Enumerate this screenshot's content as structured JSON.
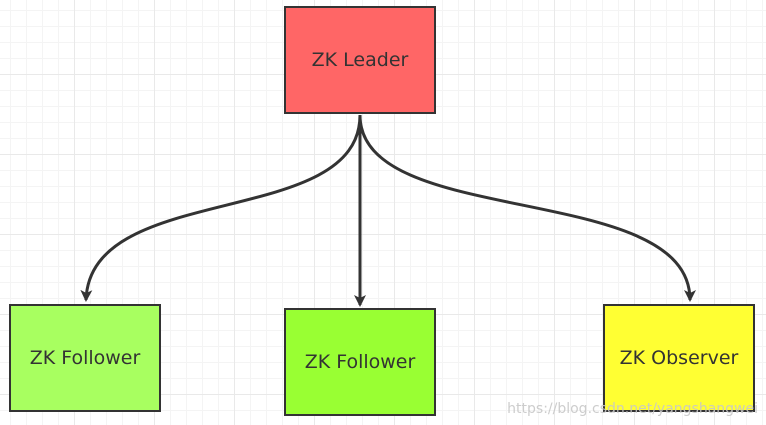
{
  "diagram": {
    "nodes": {
      "leader": {
        "label": "ZK Leader",
        "fill": "#ff6666"
      },
      "follower_1": {
        "label": "ZK Follower",
        "fill": "#a8ff60"
      },
      "follower_2": {
        "label": "ZK Follower",
        "fill": "#99ff33"
      },
      "observer": {
        "label": "ZK Observer",
        "fill": "#ffff33"
      }
    },
    "edges": [
      {
        "from": "ZK Leader",
        "to": "ZK Follower"
      },
      {
        "from": "ZK Leader",
        "to": "ZK Follower"
      },
      {
        "from": "ZK Leader",
        "to": "ZK Observer"
      }
    ],
    "edge_color": "#333333",
    "grid": true
  },
  "watermark": "https://blog.csdn.net/yangshangwei"
}
